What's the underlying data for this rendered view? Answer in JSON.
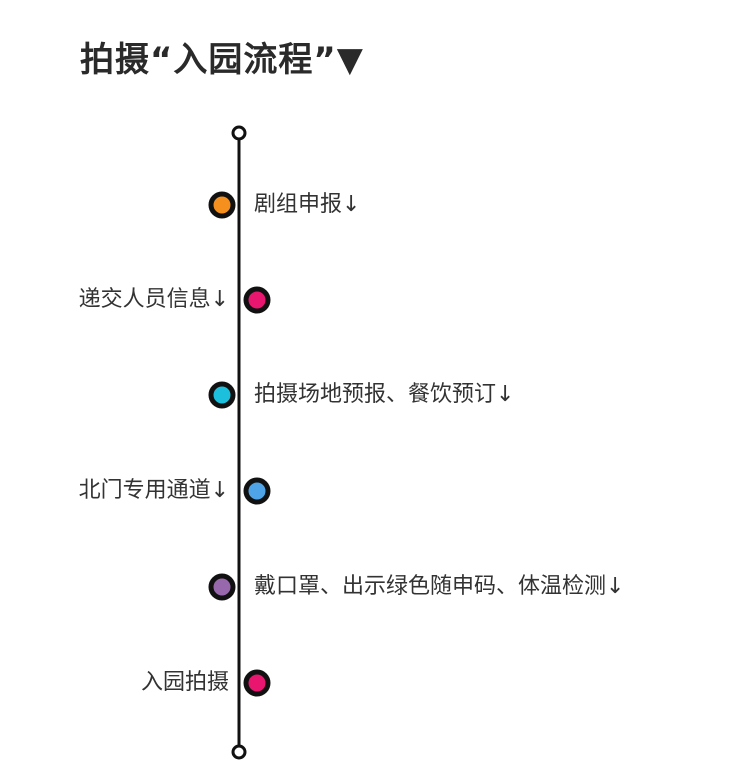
{
  "title": "拍摄“入园流程”▼",
  "colors": {
    "line": "#111111",
    "ring": "#111111",
    "text": "#333333",
    "title": "#2a2a2a"
  },
  "steps": [
    {
      "label": "剧组申报↓",
      "color": "#f5901e",
      "side": "right"
    },
    {
      "label": "递交人员信息↓",
      "color": "#e8166f",
      "side": "left"
    },
    {
      "label": "拍摄场地预报、餐饮预订↓",
      "color": "#1cc0dd",
      "side": "right"
    },
    {
      "label": "北门专用通道↓",
      "color": "#4fa4e8",
      "side": "left"
    },
    {
      "label": "戴口罩、出示绿色随申码、体温检测↓",
      "color": "#9768ac",
      "side": "right"
    },
    {
      "label": "入园拍摄",
      "color": "#e8166f",
      "side": "left"
    }
  ]
}
